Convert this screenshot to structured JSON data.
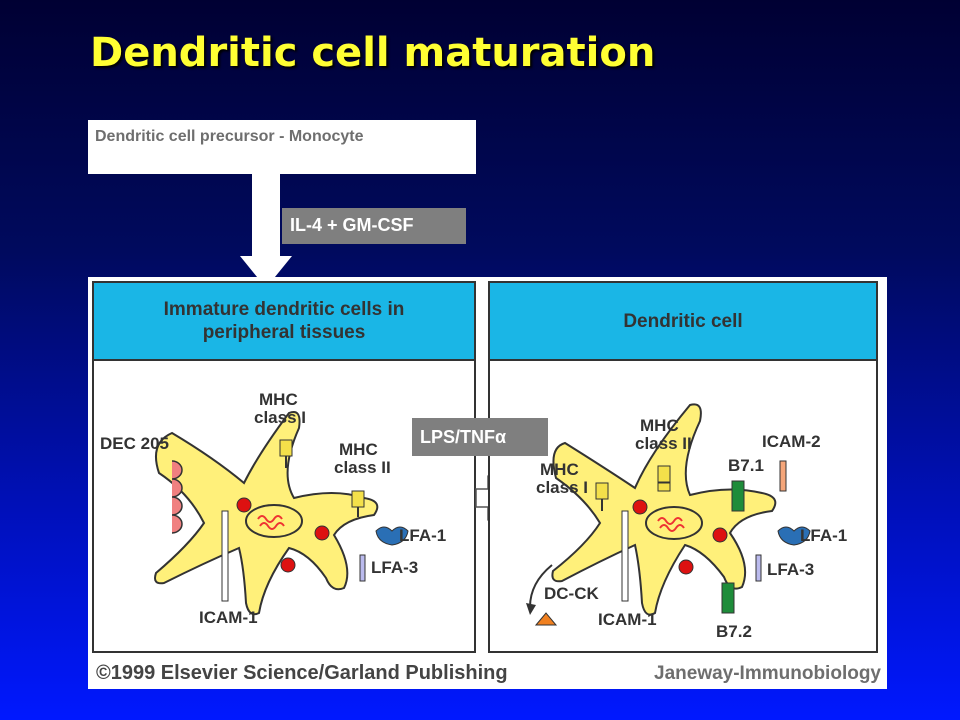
{
  "title": "Dendritic cell maturation",
  "precursor_label": "Dendritic cell precursor  - Monocyte",
  "step1_label": "IL-4 + GM-CSF",
  "step2_label": "LPS/TNFα",
  "left_panel": {
    "title": "Immature dendritic cells in\nperipheral tissues",
    "labels": {
      "dec205": "DEC 205",
      "mhc1_a": "MHC",
      "mhc1_b": "class I",
      "mhc2_a": "MHC",
      "mhc2_b": "class II",
      "lfa1": "LFA-1",
      "lfa3": "LFA-3",
      "icam1": "ICAM-1"
    }
  },
  "right_panel": {
    "title": "Dendritic cell",
    "labels": {
      "mhc2_a": "MHC",
      "mhc2_b": "class II",
      "icam2": "ICAM-2",
      "b71": "B7.1",
      "mhc1_a": "MHC",
      "mhc1_b": "class I",
      "lfa1": "LFA-1",
      "lfa3": "LFA-3",
      "dcck": "DC-CK",
      "icam1": "ICAM-1",
      "b72": "B7.2"
    }
  },
  "copyright": "©1999 Elsevier Science/Garland Publishing",
  "source": "Janeway-Immunobiology",
  "colors": {
    "title": "#ffff33",
    "panel_header": "#1ab6e6",
    "cell": "#fff07a",
    "granule": "#dd1111",
    "mhc": "#f4e04a",
    "b7": "#1e8c3a",
    "lfa1": "#2a6fb5",
    "dec205": "#f08080"
  }
}
